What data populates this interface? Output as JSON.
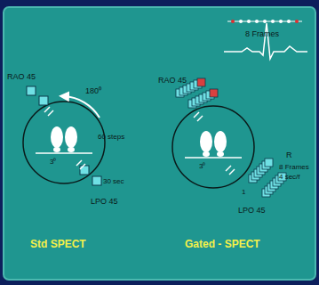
{
  "diagram": {
    "labels": [
      "RAO 45",
      "180⁰",
      "60 steps",
      "30 sec",
      "3⁰",
      "LPO 45",
      "Std SPECT",
      "RAO 45",
      "8 Frames",
      "3⁰",
      "R",
      "8 Frames",
      "4 sec/f",
      "1",
      "LPO 45",
      "Gated - SPECT"
    ]
  }
}
